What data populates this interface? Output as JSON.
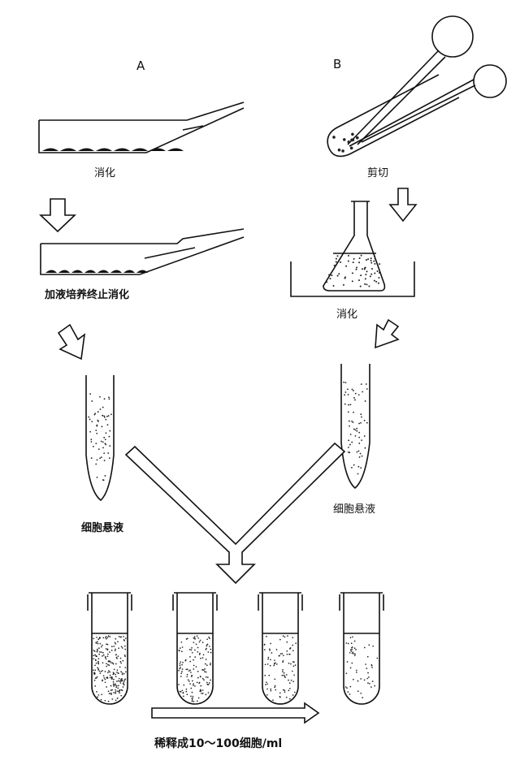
{
  "labels": {
    "col_a": "A",
    "col_b": "B",
    "a_step1": "消化",
    "b_step1": "剪切",
    "a_step2": "加液培养终止消化",
    "b_step2": "消化",
    "a_result": "细胞悬液",
    "b_result": "细胞悬液",
    "dilution": "稀释成10～100细胞/ml"
  },
  "dilution_tube_count": 4
}
